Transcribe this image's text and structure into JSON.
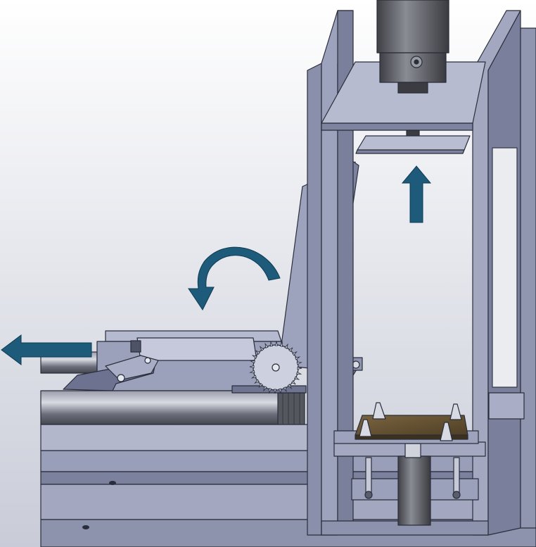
{
  "colors": {
    "background_top": "#ffffff",
    "background_bottom": "#c9ccd8",
    "frame_steel": "#8f94b0",
    "frame_steel_light": "#b4b8ce",
    "frame_steel_dark": "#6e7391",
    "roller": "#6a6d7a",
    "actuator": "#5a5c63",
    "wood_plate": "#6b5634",
    "arrow_fill": "#1e5a7a",
    "edge": "#2a2d3a"
  },
  "arrows": [
    {
      "name": "eject-left-arrow",
      "direction": "left"
    },
    {
      "name": "rotate-arm-arrow",
      "direction": "counter-clockwise"
    },
    {
      "name": "lift-up-arrow",
      "direction": "up"
    }
  ]
}
